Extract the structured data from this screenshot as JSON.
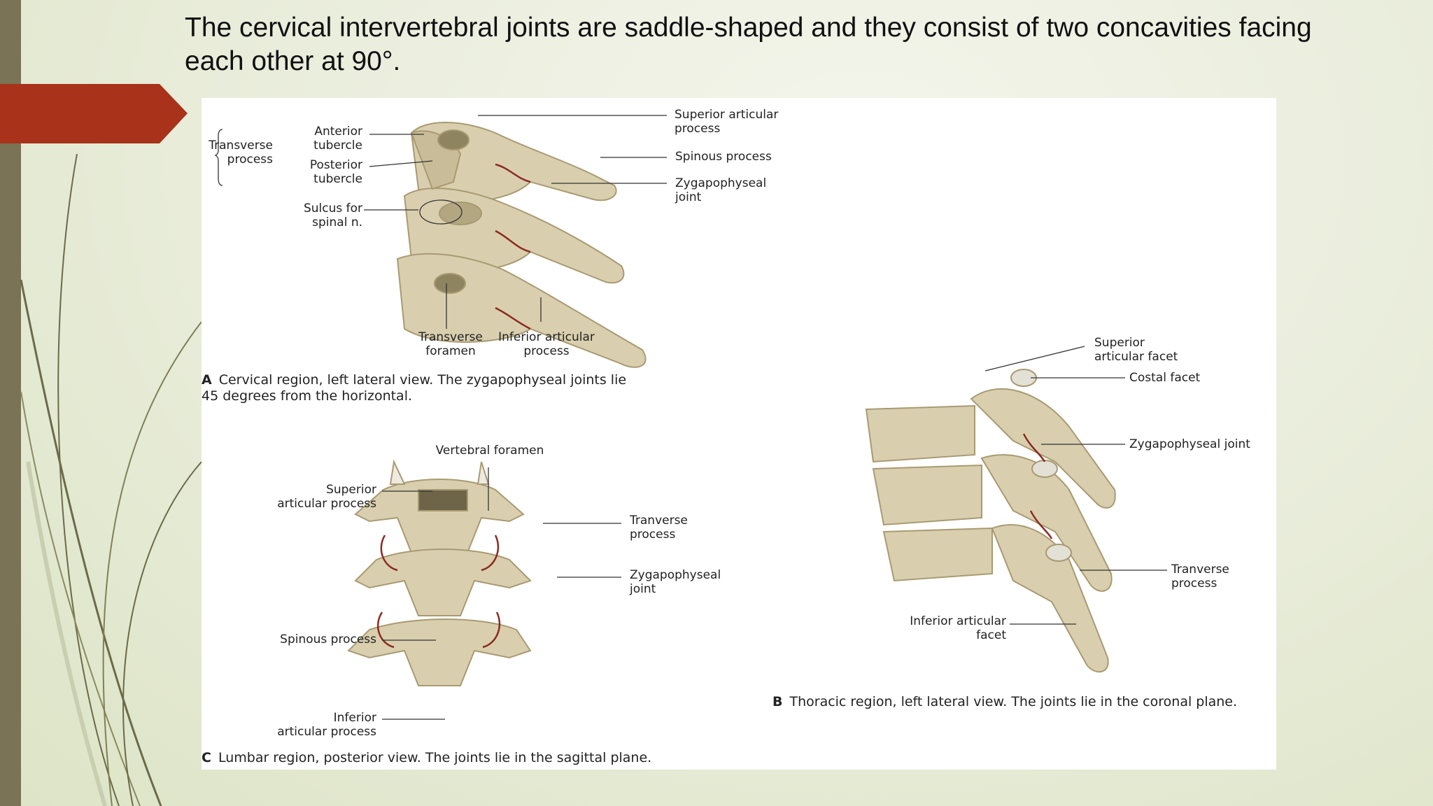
{
  "slide": {
    "title": "The cervical intervertebral joints are saddle-shaped and they consist of two concavities facing each other at 90°."
  },
  "figure": {
    "panel_a": {
      "letter": "A",
      "caption": "Cervical region, left lateral view. The zygapophyseal joints lie\n45 degrees from the horizontal.",
      "labels": {
        "transverse_process": "Transverse\nprocess",
        "anterior_tubercle": "Anterior\ntubercle",
        "posterior_tubercle": "Posterior\ntubercle",
        "sulcus": "Sulcus for\nspinal n.",
        "superior_articular": "Superior articular\nprocess",
        "spinous_process": "Spinous process",
        "zygapophyseal_joint": "Zygapophyseal\njoint",
        "transverse_foramen": "Transverse\nforamen",
        "inferior_articular": "Inferior articular\nprocess"
      }
    },
    "panel_b": {
      "letter": "B",
      "caption": "Thoracic region, left lateral view. The joints lie in the coronal plane.",
      "labels": {
        "superior_facet": "Superior\narticular facet",
        "costal_facet": "Costal facet",
        "zygapophyseal_joint": "Zygapophyseal joint",
        "transverse_process": "Tranverse\nprocess",
        "inferior_facet": "Inferior articular\nfacet"
      }
    },
    "panel_c": {
      "letter": "C",
      "caption": "Lumbar region, posterior view. The joints lie in the sagittal plane.",
      "labels": {
        "vertebral_foramen": "Vertebral foramen",
        "superior_articular": "Superior\narticular process",
        "transverse_process": "Tranverse\nprocess",
        "zygapophyseal_joint": "Zygapophyseal\njoint",
        "spinous_process": "Spinous process",
        "inferior_articular": "Inferior\narticular process"
      }
    }
  },
  "colors": {
    "accent_red": "#a8321a",
    "side_bar": "#7a7356",
    "bone": "#d9cfae",
    "bone_dark": "#a89a72",
    "joint_line": "#8b2a22"
  }
}
